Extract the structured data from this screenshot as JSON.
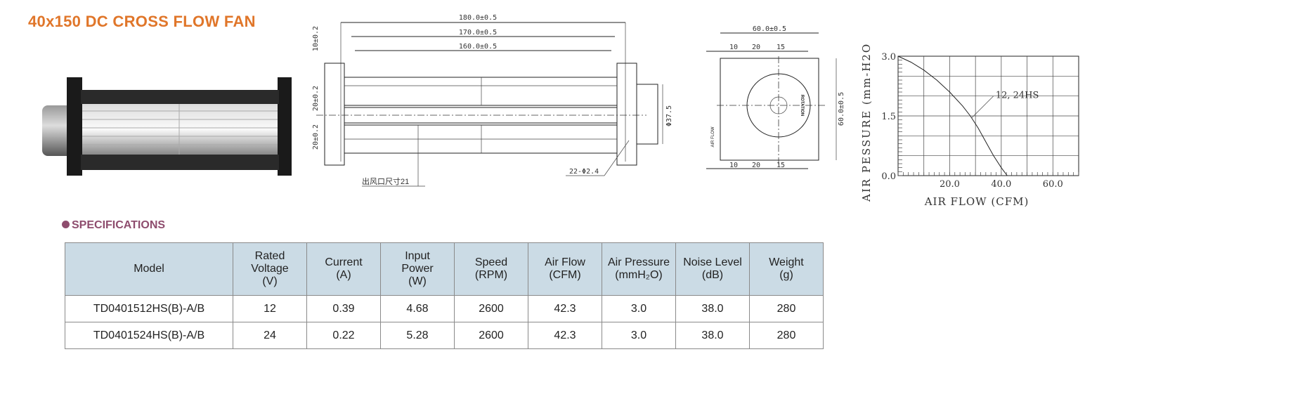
{
  "title": "40x150 DC CROSS FLOW FAN",
  "drawing": {
    "front": {
      "len_outer": "180.0±0.5",
      "len_mid": "170.0±0.5",
      "len_inner": "160.0±0.5",
      "v_top": "10±0.2",
      "v_mid": "20±0.2",
      "v_bot": "20±0.2",
      "diameter": "Φ37.5",
      "outlet_note": "出风口尺寸21",
      "holes": "22-Φ2.4"
    },
    "side": {
      "width": "60.0±0.5",
      "height": "60.0±0.5",
      "d1": "10",
      "d2": "20",
      "d3": "15",
      "airflow": "AIR FLOW",
      "rotation": "ROTATION"
    }
  },
  "chart_data": {
    "type": "line",
    "title": "",
    "xlabel": "AIR FLOW (CFM)",
    "ylabel": "AIR PESSURE (mm-H2O)",
    "xlim": [
      0,
      70
    ],
    "ylim": [
      0,
      3.0
    ],
    "xticks": [
      "20.0",
      "40.0",
      "60.0"
    ],
    "yticks": [
      "0.0",
      "1.5",
      "3.0"
    ],
    "grid": true,
    "series": [
      {
        "name": "12, 24HS",
        "x": [
          0,
          5,
          10,
          15,
          20,
          25,
          28,
          31,
          34,
          37,
          40,
          42.3
        ],
        "y": [
          3.0,
          2.85,
          2.65,
          2.4,
          2.1,
          1.75,
          1.5,
          1.2,
          0.85,
          0.5,
          0.2,
          0.0
        ]
      }
    ],
    "annotations": [
      "12, 24HS"
    ]
  },
  "specs": {
    "heading": "SPECIFICATIONS",
    "headers": [
      [
        "Model"
      ],
      [
        "Rated",
        "Voltage",
        "(V)"
      ],
      [
        "Current",
        "(A)"
      ],
      [
        "Input",
        "Power",
        "(W)"
      ],
      [
        "Speed",
        "(RPM)"
      ],
      [
        "Air Flow",
        "(CFM)"
      ],
      [
        "Air Pressure",
        "(mmH₂O)"
      ],
      [
        "Noise Level",
        "(dB)"
      ],
      [
        "Weight",
        "(g)"
      ]
    ],
    "rows": [
      [
        "TD0401512HS(B)-A/B",
        "12",
        "0.39",
        "4.68",
        "2600",
        "42.3",
        "3.0",
        "38.0",
        "280"
      ],
      [
        "TD0401524HS(B)-A/B",
        "24",
        "0.22",
        "5.28",
        "2600",
        "42.3",
        "3.0",
        "38.0",
        "280"
      ]
    ]
  }
}
